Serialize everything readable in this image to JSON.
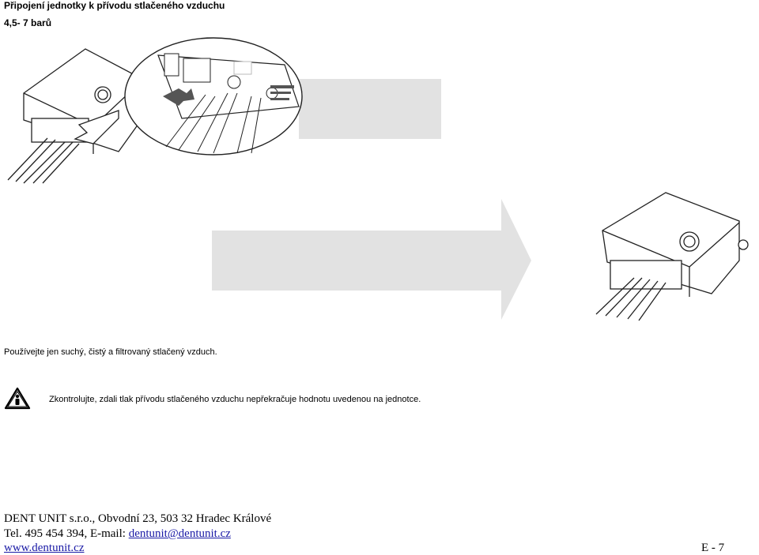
{
  "page": {
    "title": "Připojení jednotky k přívodu stlačeného vzduchu",
    "pressure": "4,5- 7 barů",
    "note_air": "Používejte jen suchý, čistý a filtrovaný stlačený vzduch.",
    "note_check": "Zkontrolujte, zdali tlak přívodu stlačeného vzduchu nepřekračuje hodnotu uvedenou na jednotce."
  },
  "footer": {
    "company": "DENT UNIT s.r.o., Obvodní 23, 503 32 Hradec Králové",
    "tel": "Tel. 495 454 394, E-mail: ",
    "email": "dentunit@dentunit.cz",
    "web": "www.dentunit.cz",
    "page_number": "E - 7"
  },
  "icons": {
    "warning": "warning-triangle-person-icon",
    "arrow": "right-arrow"
  },
  "colors": {
    "arrow_gray": "#e4e4e4",
    "link_blue": "#1a1aa6"
  }
}
